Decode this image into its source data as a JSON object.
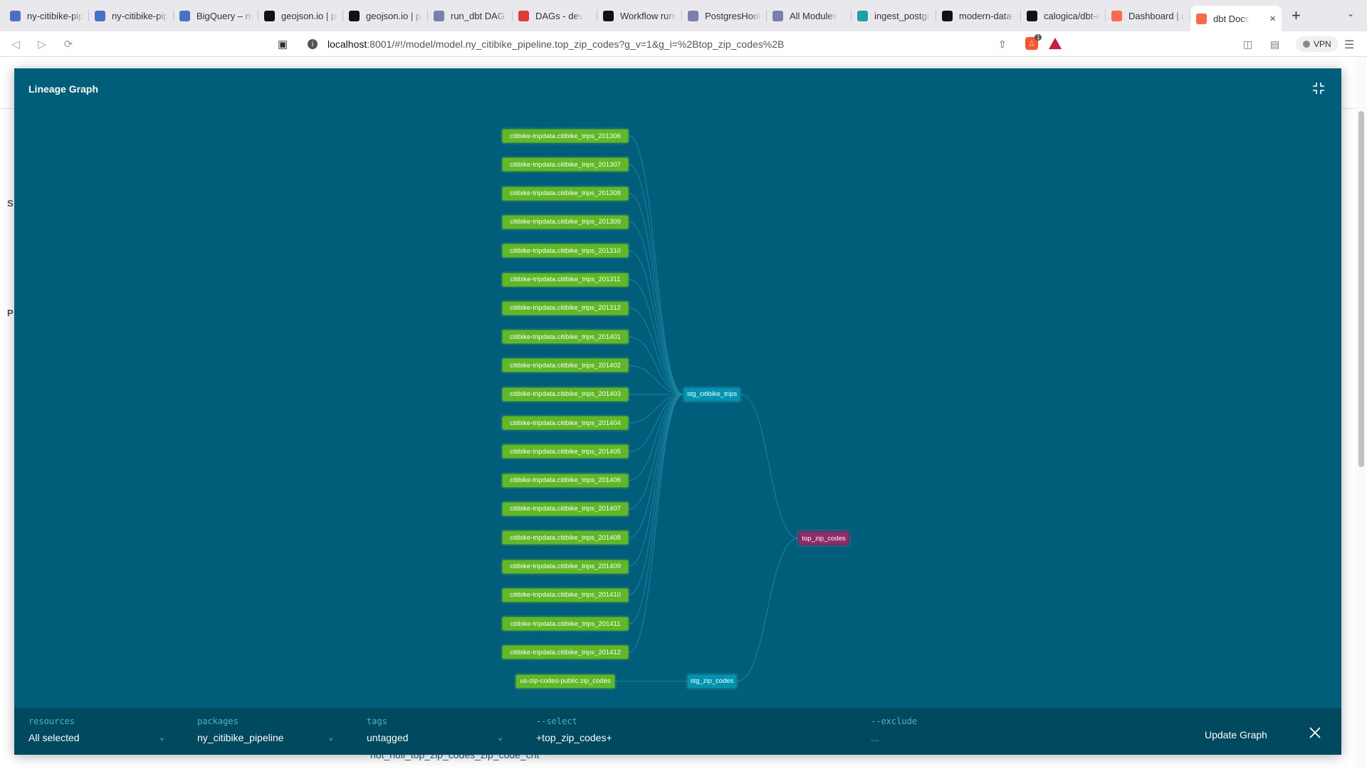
{
  "browser": {
    "tabs": [
      {
        "title": "ny-citibike-pipe",
        "icon": "dashboard-icon",
        "color": "#4a72c4"
      },
      {
        "title": "ny-citibike-pipe",
        "icon": "dataflow-icon",
        "color": "#4a72c4"
      },
      {
        "title": "BigQuery – ny-",
        "icon": "bigquery-icon",
        "color": "#4a72c4"
      },
      {
        "title": "geojson.io | po",
        "icon": "geojson-icon",
        "color": "#111111"
      },
      {
        "title": "geojson.io | po",
        "icon": "geojson-icon",
        "color": "#111111"
      },
      {
        "title": "run_dbt DAG –",
        "icon": "airflow-icon",
        "color": "#7a7fb0"
      },
      {
        "title": "DAGs - dev",
        "icon": "dagster-icon",
        "color": "#e03c31"
      },
      {
        "title": "Workflow runs",
        "icon": "github-icon",
        "color": "#111111"
      },
      {
        "title": "PostgresHook",
        "icon": "airflow-icon",
        "color": "#7a7fb0"
      },
      {
        "title": "All Modules",
        "icon": "airflow-icon",
        "color": "#7a7fb0"
      },
      {
        "title": "ingest_postgre",
        "icon": "dagster-icon",
        "color": "#1ea0a8"
      },
      {
        "title": "modern-data-",
        "icon": "github-icon",
        "color": "#111111"
      },
      {
        "title": "calogica/dbt-e",
        "icon": "github-icon",
        "color": "#111111"
      },
      {
        "title": "Dashboard | db",
        "icon": "dbt-icon",
        "color": "#ff694b"
      }
    ],
    "active_tab": {
      "title": "dbt Docs",
      "icon": "dbt-icon",
      "color": "#ff694b"
    },
    "url_host": "localhost",
    "url_path": ":8001/#!/model/model.ny_citibike_pipeline.top_zip_codes?g_v=1&g_i=%2Btop_zip_codes%2B",
    "vpn_label": "VPN",
    "brave_count": "1"
  },
  "page_behind": {
    "letters": [
      "S",
      "P"
    ],
    "link_text": "not_null_top_zip_codes_zip_code_cnt"
  },
  "modal": {
    "title": "Lineage Graph",
    "nodes": {
      "sources": [
        "citibike-tripdata.citibike_trips_201306",
        "citibike-tripdata.citibike_trips_201307",
        "citibike-tripdata.citibike_trips_201308",
        "citibike-tripdata.citibike_trips_201309",
        "citibike-tripdata.citibike_trips_201310",
        "citibike-tripdata.citibike_trips_201311",
        "citibike-tripdata.citibike_trips_201312",
        "citibike-tripdata.citibike_trips_201401",
        "citibike-tripdata.citibike_trips_201402",
        "citibike-tripdata.citibike_trips_201403",
        "citibike-tripdata.citibike_trips_201404",
        "citibike-tripdata.citibike_trips_201405",
        "citibike-tripdata.citibike_trips_201406",
        "citibike-tripdata.citibike_trips_201407",
        "citibike-tripdata.citibike_trips_201408",
        "citibike-tripdata.citibike_trips_201409",
        "citibike-tripdata.citibike_trips_201410",
        "citibike-tripdata.citibike_trips_201411",
        "citibike-tripdata.citibike_trips_201412",
        "us-zip-codes-public.zip_codes"
      ],
      "stg_trips": "stg_citibike_trips",
      "stg_zip": "stg_zip_codes",
      "selected": "top_zip_codes"
    },
    "colors": {
      "source": "#5fb825",
      "model": "#0094b3",
      "selected": "#8d2c66",
      "background": "#005e7a"
    },
    "selectors": {
      "resources": {
        "label": "resources",
        "value": "All selected"
      },
      "packages": {
        "label": "packages",
        "value": "ny_citibike_pipeline"
      },
      "tags": {
        "label": "tags",
        "value": "untagged"
      },
      "select": {
        "label": "--select",
        "value": "+top_zip_codes+"
      },
      "exclude": {
        "label": "--exclude",
        "value": "..."
      }
    },
    "update_label": "Update Graph"
  }
}
